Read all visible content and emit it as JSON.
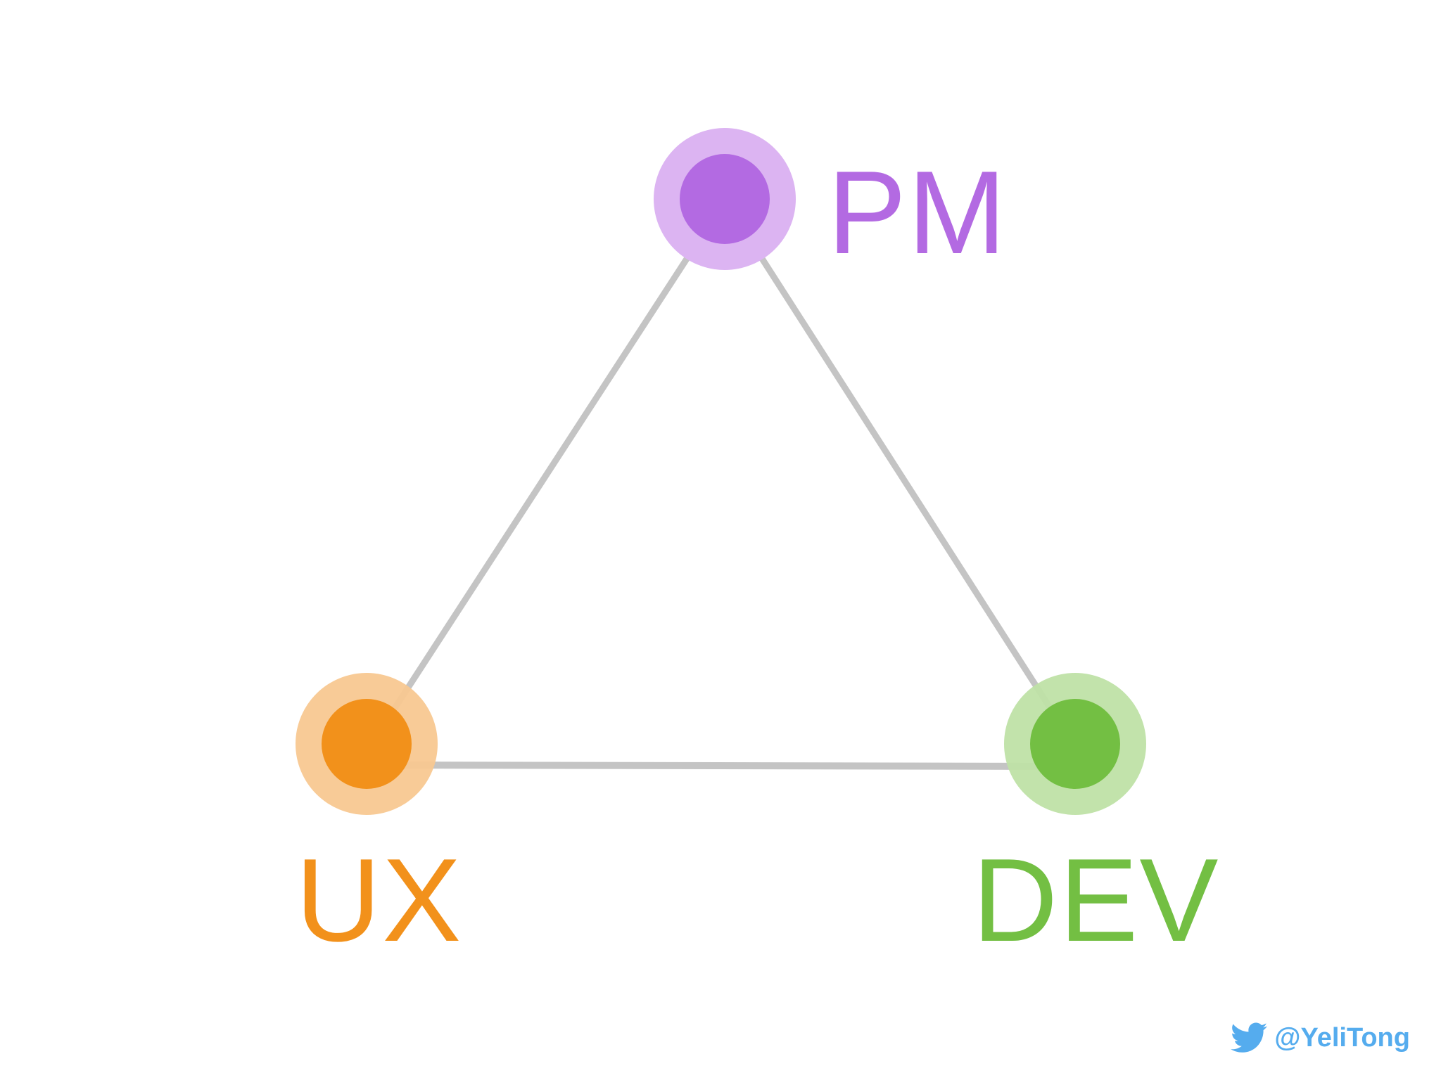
{
  "nodes": [
    {
      "id": "pm",
      "label": "PM",
      "color": "#b36ae2",
      "halo": "#dcb4f2"
    },
    {
      "id": "ux",
      "label": "UX",
      "color": "#f2911b",
      "halo": "#f8c891"
    },
    {
      "id": "dev",
      "label": "DEV",
      "color": "#73bf43",
      "halo": "#bfe2a6"
    }
  ],
  "edges": [
    {
      "from": "pm",
      "to": "ux"
    },
    {
      "from": "pm",
      "to": "dev"
    },
    {
      "from": "ux",
      "to": "dev"
    }
  ],
  "edge_color": "#c4c4c4",
  "credit": {
    "icon": "twitter-bird-icon",
    "handle": "@YeliTong",
    "color": "#55acee"
  }
}
